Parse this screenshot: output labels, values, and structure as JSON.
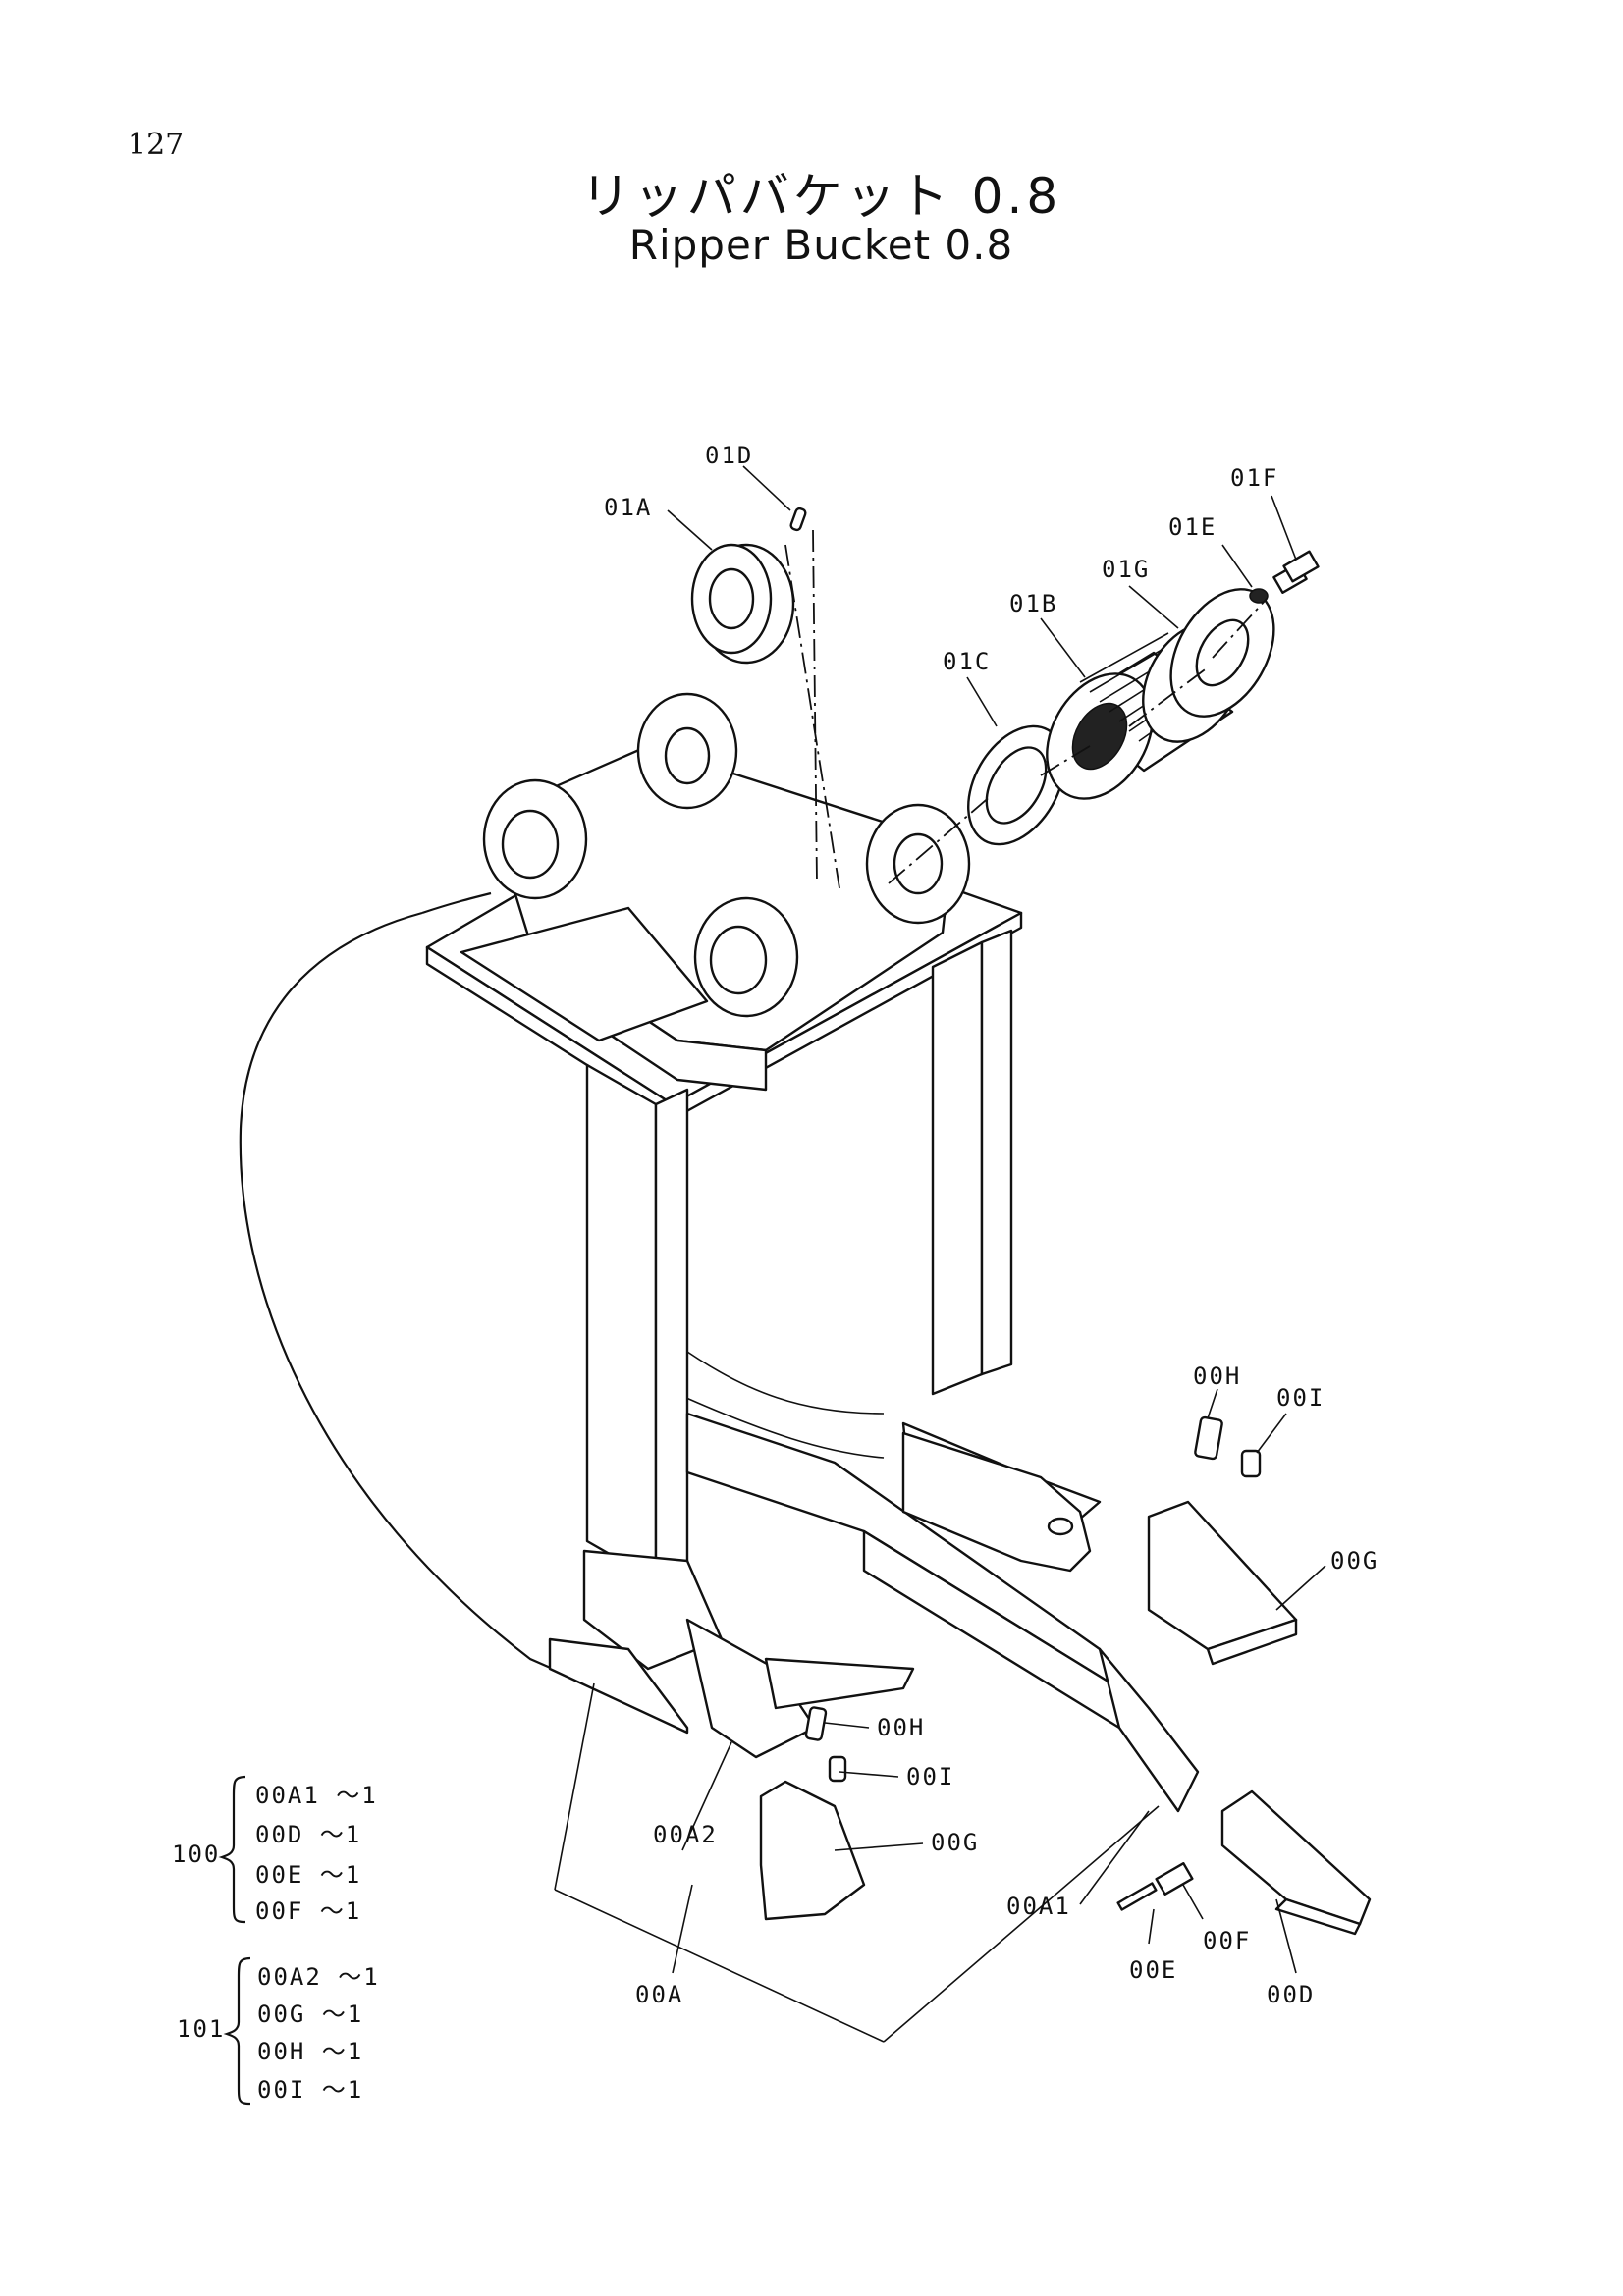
{
  "page_number": "127",
  "title_jp": "リッパバケット 0.8",
  "title_en": "Ripper Bucket 0.8",
  "callouts": {
    "c01A": "01A",
    "c01B": "01B",
    "c01C": "01C",
    "c01D": "01D",
    "c01E": "01E",
    "c01F": "01F",
    "c01G": "01G",
    "c00H_r": "00H",
    "c00I_r": "00I",
    "c00G_r": "00G",
    "c00H_l": "00H",
    "c00I_l": "00I",
    "c00G_l": "00G",
    "c00A2": "00A2",
    "c00A": "00A",
    "c00A1": "00A1",
    "c00E": "00E",
    "c00F": "00F",
    "c00D": "00D"
  },
  "sets": [
    {
      "id": "100",
      "items": [
        "00A1 ～1",
        "00D  ～1",
        "00E  ～1",
        "00F  ～1"
      ]
    },
    {
      "id": "101",
      "items": [
        "00A2 ～1",
        "00G  ～1",
        "00H  ～1",
        "00I  ～1"
      ]
    }
  ]
}
